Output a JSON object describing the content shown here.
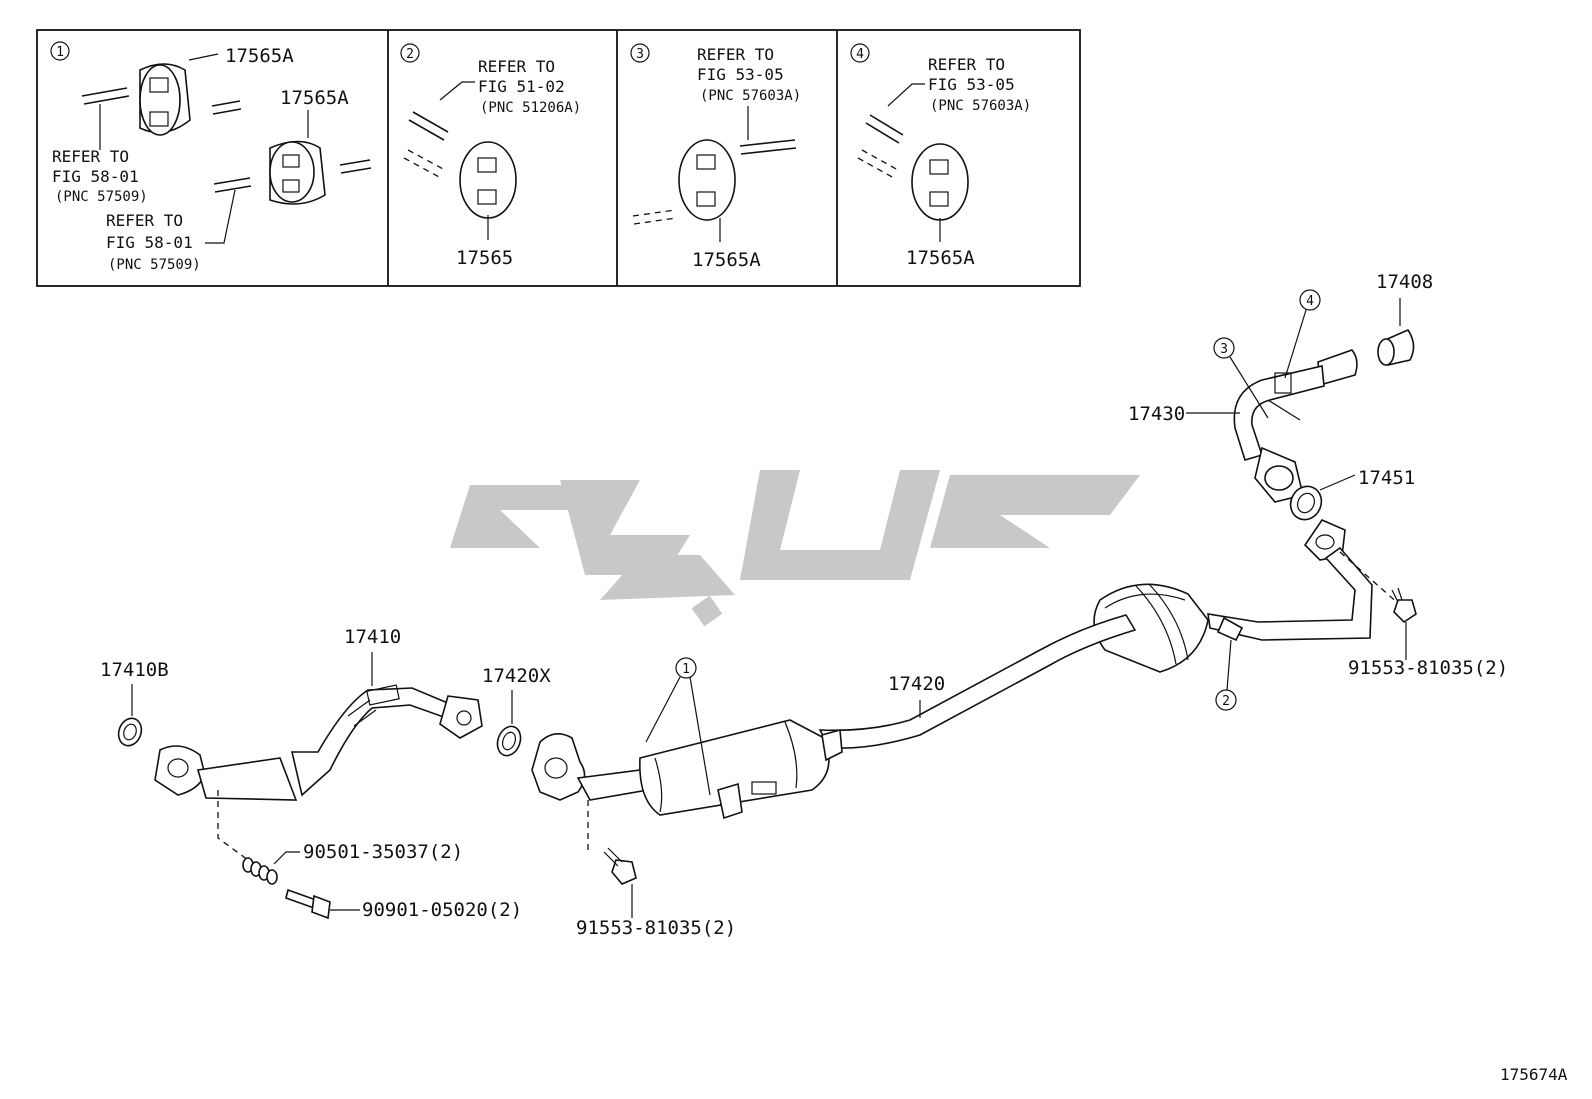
{
  "inset_boxes": [
    {
      "number": "1",
      "parts": [
        "17565A",
        "17565A"
      ],
      "refs": [
        {
          "line1": "REFER TO",
          "line2": "FIG 58-01",
          "pnc": "(PNC 57509)"
        },
        {
          "line1": "REFER TO",
          "line2": "FIG 58-01",
          "pnc": "(PNC 57509)"
        }
      ]
    },
    {
      "number": "2",
      "parts": [
        "17565"
      ],
      "refs": [
        {
          "line1": "REFER TO",
          "line2": "FIG 51-02",
          "pnc": "(PNC 51206A)"
        }
      ]
    },
    {
      "number": "3",
      "parts": [
        "17565A"
      ],
      "refs": [
        {
          "line1": "REFER TO",
          "line2": "FIG 53-05",
          "pnc": "(PNC 57603A)"
        }
      ]
    },
    {
      "number": "4",
      "parts": [
        "17565A"
      ],
      "refs": [
        {
          "line1": "REFER TO",
          "line2": "FIG 53-05",
          "pnc": "(PNC 57603A)"
        }
      ]
    }
  ],
  "part_labels": {
    "p17408": "17408",
    "p17430": "17430",
    "p17451": "17451",
    "p17410": "17410",
    "p17410B": "17410B",
    "p17420X": "17420X",
    "p17420": "17420",
    "b91553_right": "91553-81035(2)",
    "b91553_left": "91553-81035(2)",
    "s90501": "90501-35037(2)",
    "b90901": "90901-05020(2)"
  },
  "callouts": {
    "c1": "1",
    "c2": "2",
    "c3": "3",
    "c4": "4"
  },
  "figure_id": "175674A"
}
